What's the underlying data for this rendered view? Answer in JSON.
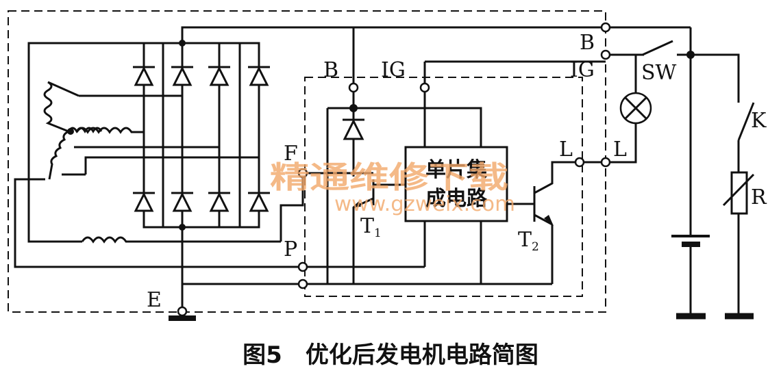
{
  "diagram": {
    "caption": "图5　优化后发电机电路简图",
    "watermark": {
      "name": "精通维修下载",
      "url": "www.gzweix.com"
    },
    "ic_label": {
      "line1": "单片集",
      "line2": "成电路"
    },
    "labels": {
      "B_outer": "B",
      "IG_outer": "IG",
      "L_outer": "L",
      "B_inner": "B",
      "IG_inner": "IG",
      "L_inner": "L",
      "F": "F",
      "P": "P",
      "E": "E",
      "SW": "SW",
      "K": "K",
      "R": "R",
      "T1": "T",
      "T1_sub": "1",
      "T2": "T",
      "T2_sub": "2"
    }
  }
}
